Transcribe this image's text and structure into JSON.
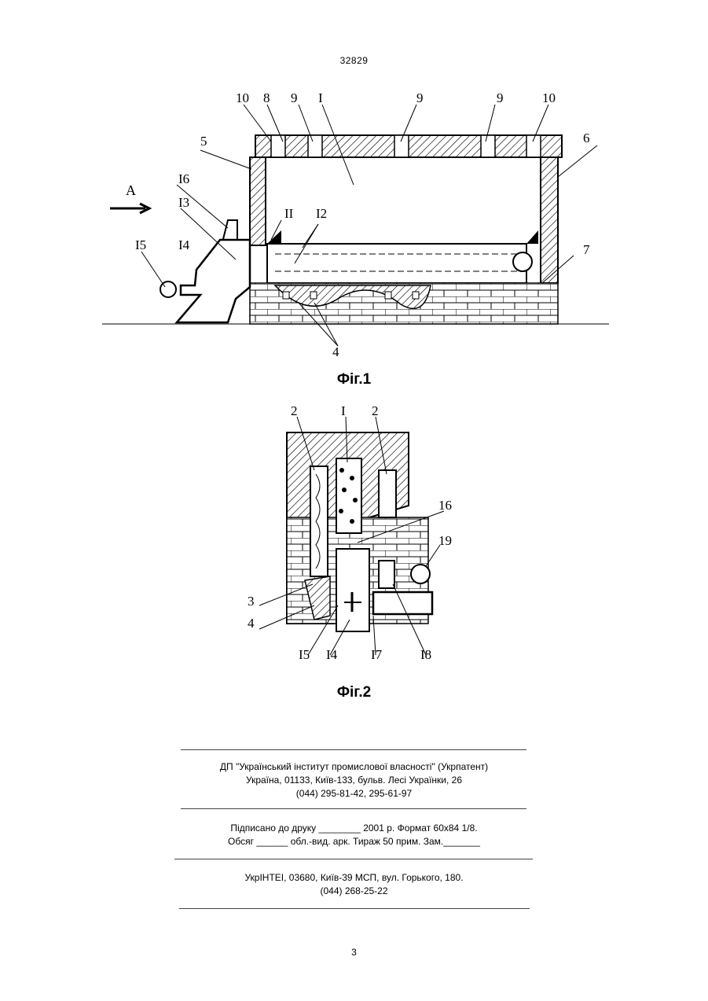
{
  "header": {
    "doc_number": "32829"
  },
  "figure1": {
    "caption": "Фіг.1",
    "arrow_label": "A",
    "callouts": [
      "10",
      "8",
      "9",
      "I",
      "9",
      "9",
      "10",
      "5",
      "6",
      "I6",
      "I3",
      "II",
      "I2",
      "I5",
      "I4",
      "7",
      "4"
    ]
  },
  "figure2": {
    "caption": "Фіг.2",
    "callouts": [
      "2",
      "I",
      "2",
      "16",
      "19",
      "3",
      "4",
      "I5",
      "I4",
      "I7",
      "I8"
    ]
  },
  "imprint": {
    "publisher_line1": "ДП \"Український інститут промислової власності\" (Укрпатент)",
    "publisher_line2": "Україна, 01133, Київ-133, бульв. Лесі Українки, 26",
    "publisher_line3": "(044) 295-81-42, 295-61-97",
    "print_line1": "Підписано до друку ________ 2001 р.    Формат 60х84 1/8.",
    "print_line2": "Обсяг ______ обл.-вид. арк.   Тираж 50 прим.    Зам._______",
    "printer_line1": "УкрІНТЕІ, 03680, Київ-39 МСП, вул. Горького, 180.",
    "printer_line2": "(044) 268-25-22"
  },
  "footer": {
    "page_number": "3"
  }
}
